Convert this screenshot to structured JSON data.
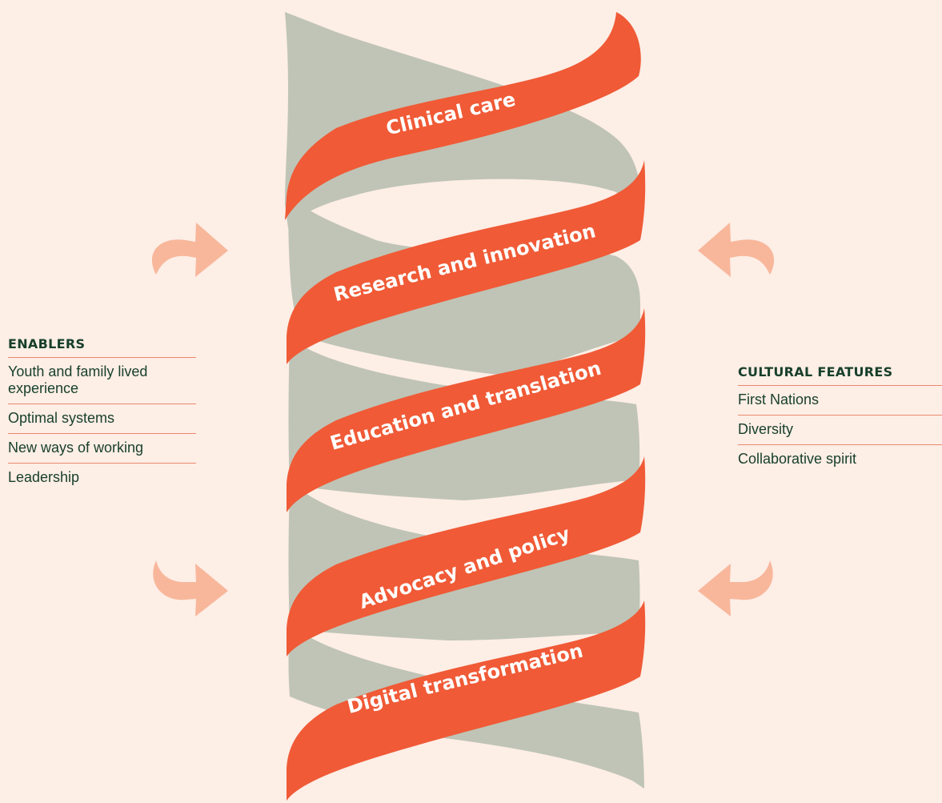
{
  "helix": {
    "strands": [
      {
        "label": "Clinical care"
      },
      {
        "label": "Research and innovation"
      },
      {
        "label": "Education and translation"
      },
      {
        "label": "Advocacy and policy"
      },
      {
        "label": "Digital transformation"
      }
    ]
  },
  "enablers": {
    "heading": "ENABLERS",
    "items": [
      "Youth and family lived experience",
      "Optimal systems",
      "New ways of working",
      "Leadership"
    ]
  },
  "cultural_features": {
    "heading": "CULTURAL FEATURES",
    "items": [
      "First Nations",
      "Diversity",
      "Collaborative spirit"
    ]
  },
  "icons": {
    "arrow": "curved-arrow-icon"
  },
  "colors": {
    "background": "#FDEEE6",
    "ribbon_front": "#F05A36",
    "ribbon_back": "#BFC4B6",
    "arrow": "#F8B79B",
    "text_dark": "#173F2A",
    "rule": "#E98A6E"
  }
}
